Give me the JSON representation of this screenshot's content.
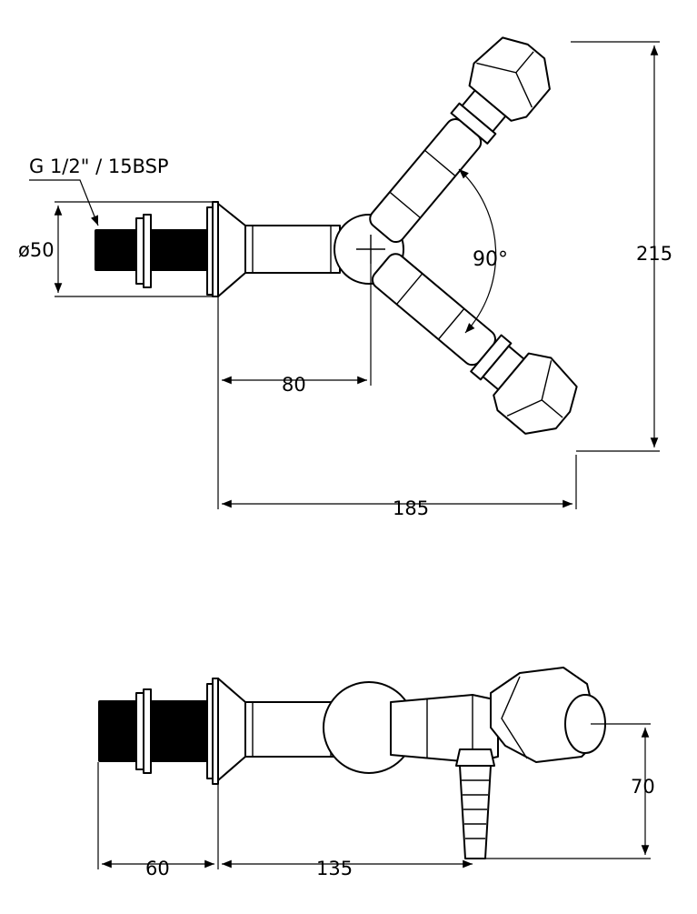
{
  "labels": {
    "thread": "G 1/2\" / 15BSP",
    "diameter": "ø50",
    "angle": "90°"
  },
  "dimensions": {
    "d80": "80",
    "d185": "185",
    "d215": "215",
    "d70": "70",
    "d60": "60",
    "d135": "135"
  },
  "colors": {
    "line": "#000000",
    "background": "#ffffff"
  }
}
